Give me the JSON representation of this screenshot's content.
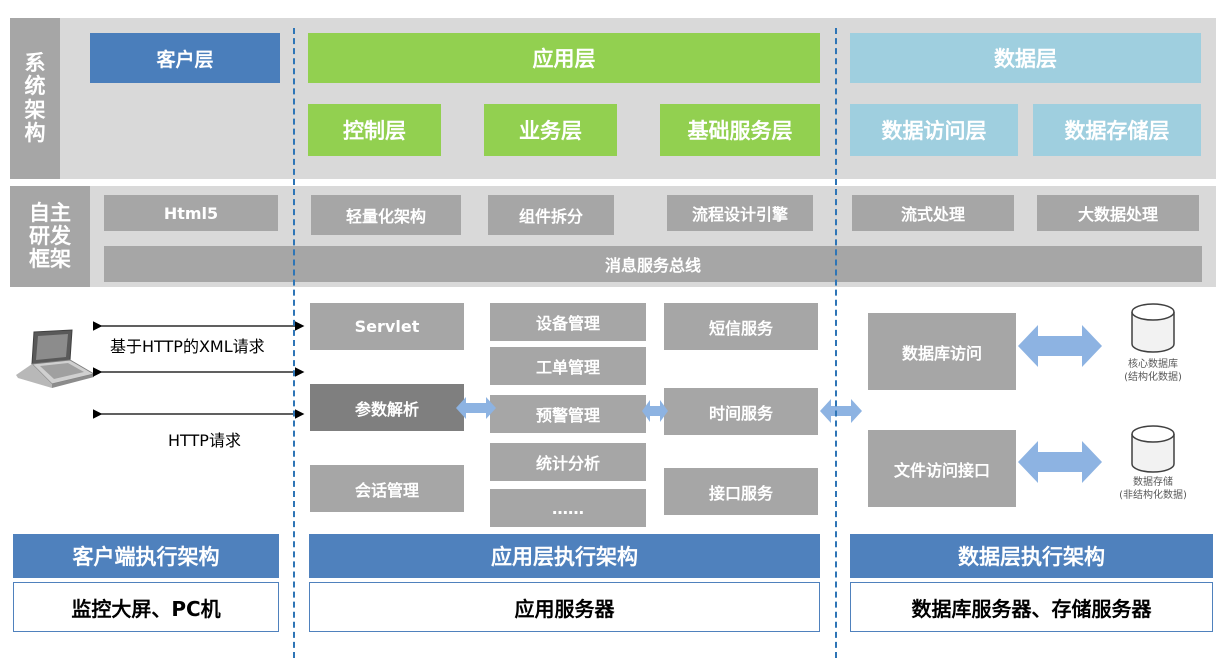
{
  "side_labels": {
    "system_arch": "系统架构",
    "framework": "自主研发框架"
  },
  "layers": {
    "client": "客户层",
    "application": "应用层",
    "data": "数据层",
    "control": "控制层",
    "business": "业务层",
    "basic_service": "基础服务层",
    "data_access": "数据访问层",
    "data_storage": "数据存储层"
  },
  "framework": {
    "html5": "Html5",
    "lightweight": "轻量化架构",
    "component_split": "组件拆分",
    "workflow_engine": "流程设计引擎",
    "stream": "流式处理",
    "bigdata": "大数据处理",
    "message_bus": "消息服务总线"
  },
  "client_side": {
    "arrow1_label": "基于HTTP的XML请求",
    "arrow3_label": "HTTP请求"
  },
  "app_exec": {
    "servlet": "Servlet",
    "param_parse": "参数解析",
    "session_mgmt": "会话管理",
    "device_mgmt": "设备管理",
    "work_order": "工单管理",
    "warning": "预警管理",
    "stat_analysis": "统计分析",
    "ellipsis": "……",
    "sms": "短信服务",
    "time_service": "时间服务",
    "interface_service": "接口服务"
  },
  "data_exec": {
    "db_access": "数据库访问",
    "file_access": "文件访问接口",
    "core_db_line1": "核心数据库",
    "core_db_line2": "(结构化数据)",
    "storage_line1": "数据存储",
    "storage_line2": "(非结构化数据)"
  },
  "bottom": {
    "client_exec": "客户端执行架构",
    "app_exec": "应用层执行架构",
    "data_exec": "数据层执行架构",
    "client_server": "监控大屏、PC机",
    "app_server": "应用服务器",
    "data_server": "数据库服务器、存储服务器"
  },
  "colors": {
    "client_blue": "#4a7ebb",
    "app_green": "#92d050",
    "data_lightblue": "#9fcfdf",
    "exec_blue": "#4f81bd",
    "gray": "#a6a6a6",
    "dark_gray": "#7f7f7f",
    "arrow_blue": "#8db3e2",
    "dash_blue": "#2e75b6"
  },
  "icons": [
    "laptop-icon",
    "database-icon"
  ]
}
